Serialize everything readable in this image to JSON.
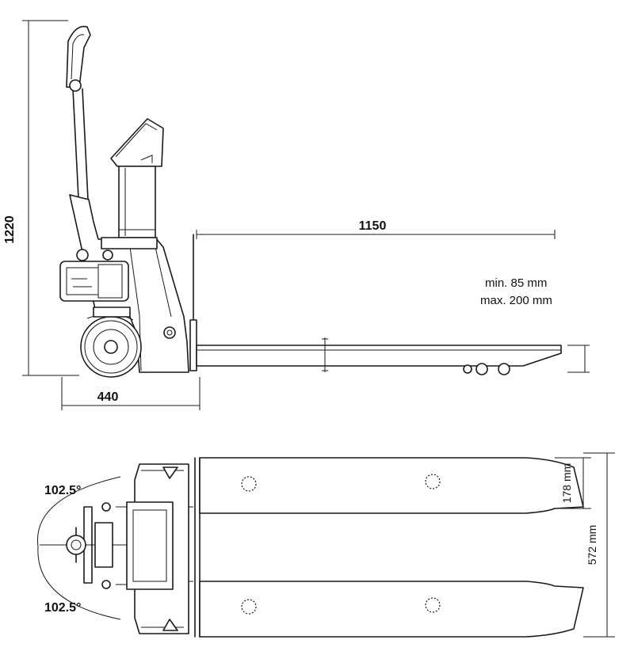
{
  "side_view": {
    "height_label": "1220",
    "fork_length_label": "1150",
    "base_width_label": "440",
    "lift_min": "min. 85 mm",
    "lift_max": "max. 200 mm"
  },
  "top_view": {
    "angle_upper": "102.5°",
    "angle_lower": "102.5°",
    "fork_width_label": "178 mm",
    "overall_width_label": "572 mm"
  }
}
